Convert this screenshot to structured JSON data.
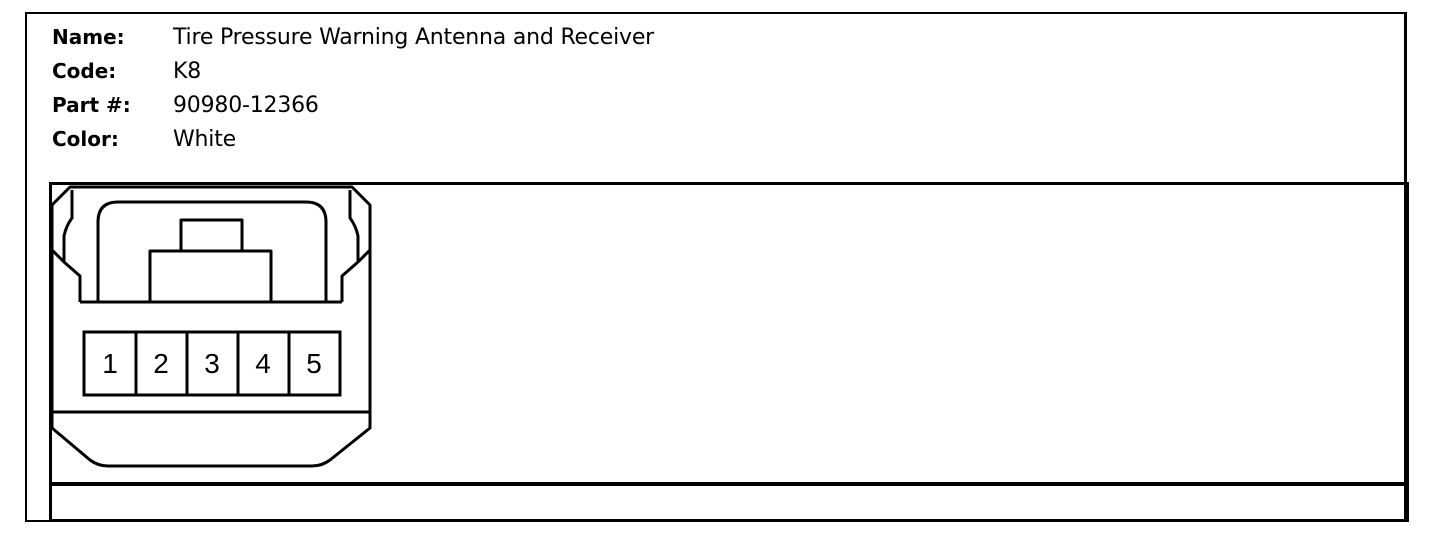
{
  "connector_info": {
    "name_label": "Name:",
    "name_value": "Tire Pressure Warning Antenna and Receiver",
    "code_label": "Code:",
    "code_value": "K8",
    "part_label": "Part #:",
    "part_value": "90980-12366",
    "color_label": "Color:",
    "color_value": "White"
  },
  "connector": {
    "pins": [
      "1",
      "2",
      "3",
      "4",
      "5"
    ]
  }
}
